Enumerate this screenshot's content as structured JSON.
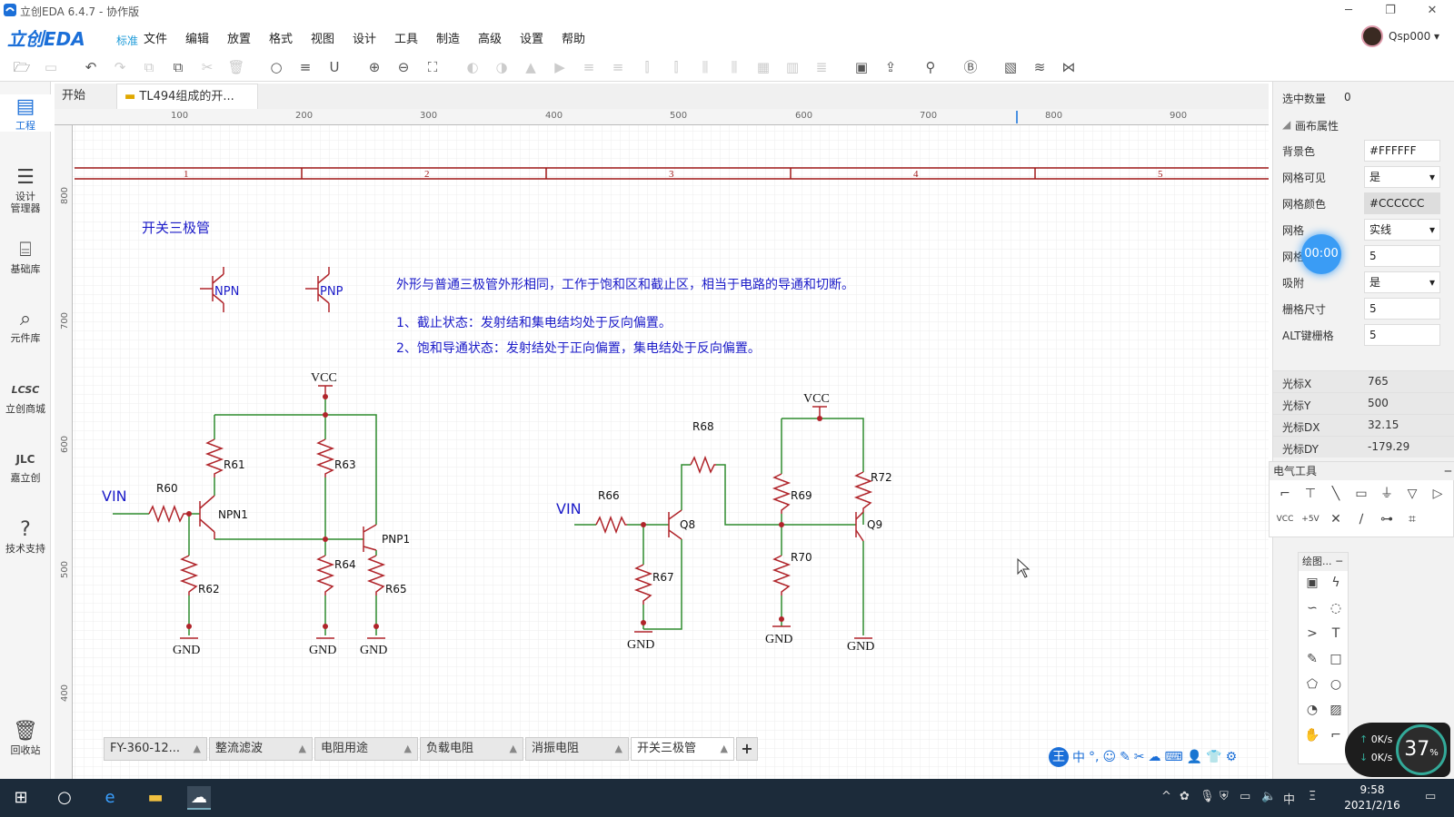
{
  "window": {
    "title": "立创EDA 6.4.7 - 协作版",
    "minimize": "─",
    "restore": "❐",
    "close": "✕"
  },
  "brand": {
    "name": "立创EDA",
    "edition": "标准"
  },
  "menu": [
    "文件",
    "编辑",
    "放置",
    "格式",
    "视图",
    "设计",
    "工具",
    "制造",
    "高级",
    "设置",
    "帮助"
  ],
  "user": {
    "name": "Qsp000 ▾"
  },
  "left_nav": [
    {
      "label": "工程",
      "icon": "folder-icon"
    },
    {
      "label": "设计\n管理器",
      "icon": "design-manager-icon"
    },
    {
      "label": "基础库",
      "icon": "basic-library-icon"
    },
    {
      "label": "元件库",
      "icon": "component-search-icon"
    },
    {
      "label": "立创商城",
      "icon": "lcsc-mall-icon"
    },
    {
      "label": "嘉立创",
      "icon": "jlc-icon"
    },
    {
      "label": "技术支持",
      "icon": "support-icon"
    },
    {
      "label": "回收站",
      "icon": "trash-icon"
    }
  ],
  "tabs": {
    "start": "开始",
    "doc": "TL494组成的开..."
  },
  "ruler": {
    "h": [
      "100",
      "200",
      "300",
      "400",
      "500",
      "600",
      "700",
      "800",
      "900"
    ],
    "v": [
      "800",
      "700",
      "600",
      "500",
      "400"
    ]
  },
  "frame_cols": [
    "1",
    "2",
    "3",
    "4",
    "5"
  ],
  "schematic": {
    "title": "开关三极管",
    "npn_label": "NPN",
    "pnp_label": "PNP",
    "desc": "外形与普通三极管外形相同，工作于饱和区和截止区，相当于电路的导通和切断。",
    "line1": "1、截止状态：发射结和集电结均处于反向偏置。",
    "line2": "2、饱和导通状态：发射结处于正向偏置，集电结处于反向偏置。",
    "left": {
      "vcc": "VCC",
      "vin": "VIN",
      "r60": "R60",
      "r61": "R61",
      "r62": "R62",
      "r63": "R63",
      "r64": "R64",
      "r65": "R65",
      "npn1": "NPN1",
      "pnp1": "PNP1",
      "gnd": "GND"
    },
    "right": {
      "vcc": "VCC",
      "vin": "VIN",
      "r66": "R66",
      "r67": "R67",
      "r68": "R68",
      "r69": "R69",
      "r70": "R70",
      "r72": "R72",
      "q8": "Q8",
      "q9": "Q9",
      "gnd": "GND"
    }
  },
  "panel": {
    "selected_label": "选中数量",
    "selected_count": "0",
    "section": "画布属性",
    "props": [
      {
        "label": "背景色",
        "value": "#FFFFFF",
        "kind": "text"
      },
      {
        "label": "网格可见",
        "value": "是",
        "kind": "select"
      },
      {
        "label": "网格颜色",
        "value": "#CCCCCC",
        "kind": "gray"
      },
      {
        "label": "网格",
        "value": "实线",
        "kind": "select"
      },
      {
        "label": "网格",
        "value": "5",
        "kind": "text"
      },
      {
        "label": "吸附",
        "value": "是",
        "kind": "select"
      },
      {
        "label": "栅格尺寸",
        "value": "5",
        "kind": "text"
      },
      {
        "label": "ALT键栅格",
        "value": "5",
        "kind": "text"
      }
    ],
    "cursor": [
      {
        "label": "光标X",
        "value": "765"
      },
      {
        "label": "光标Y",
        "value": "500"
      },
      {
        "label": "光标DX",
        "value": "32.15"
      },
      {
        "label": "光标DY",
        "value": "-179.29"
      }
    ],
    "timer": "00:00"
  },
  "electrical_tools": {
    "title": "电气工具",
    "collapse": "─"
  },
  "draw_tools": {
    "title": "绘图...",
    "collapse": "─"
  },
  "sheets": [
    {
      "label": "FY-360-12...",
      "active": false
    },
    {
      "label": "整流滤波",
      "active": false
    },
    {
      "label": "电阻用途",
      "active": false
    },
    {
      "label": "负载电阻",
      "active": false
    },
    {
      "label": "消振电阻",
      "active": false
    },
    {
      "label": "开关三极管",
      "active": true
    }
  ],
  "sheet_add": "+",
  "network": {
    "up": "0K/s",
    "down": "0K/s",
    "percent": "37"
  },
  "taskbar": {
    "time": "9:58",
    "date": "2021/2/16",
    "ime": "中"
  },
  "colors": {
    "wire": "#2e8b2e",
    "part": "#b0242a",
    "text_blue": "#1b1bc8",
    "frame": "#a01818",
    "brand": "#1b6fd8"
  }
}
